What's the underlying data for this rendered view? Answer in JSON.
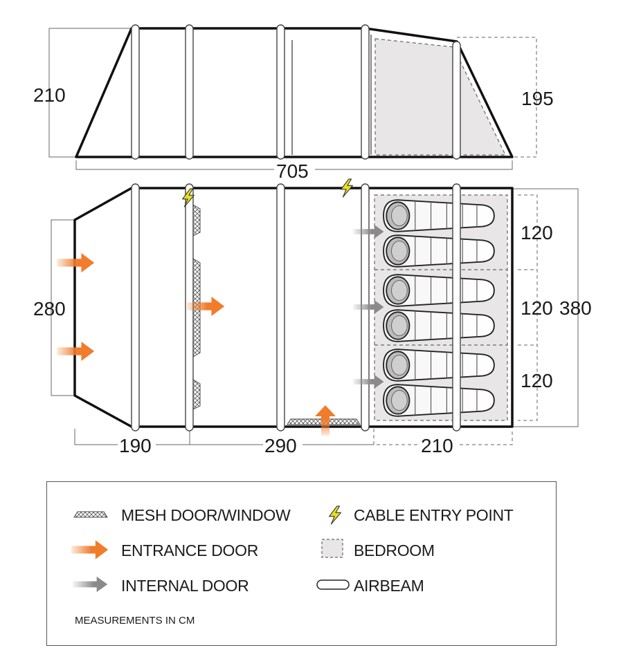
{
  "side_view": {
    "height_left": "210",
    "height_right": "195"
  },
  "floor_plan": {
    "total_length": "705",
    "living_width": "280",
    "total_width": "380",
    "bedroom_widths": [
      "120",
      "120",
      "120"
    ],
    "section_lengths": [
      "190",
      "290",
      "210"
    ]
  },
  "legend": {
    "items": [
      {
        "icon": "mesh-icon",
        "label": "MESH DOOR/WINDOW"
      },
      {
        "icon": "lightning-icon",
        "label": "CABLE ENTRY POINT"
      },
      {
        "icon": "orange-arrow-icon",
        "label": "ENTRANCE DOOR"
      },
      {
        "icon": "bedroom-square-icon",
        "label": "BEDROOM"
      },
      {
        "icon": "grey-arrow-icon",
        "label": "INTERNAL DOOR"
      },
      {
        "icon": "airbeam-icon",
        "label": "AIRBEAM"
      }
    ],
    "note": "MEASUREMENTS IN CM"
  },
  "colors": {
    "entrance": "#f07c2c",
    "internal": "#9a9a9a",
    "lightning": "#e8e020",
    "bedroom": "#e8e6e6",
    "outline": "#111111"
  }
}
